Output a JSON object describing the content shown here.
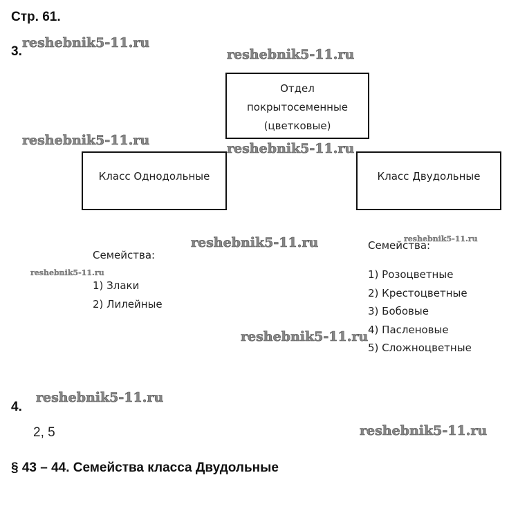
{
  "page_title": "Стр. 61.",
  "task3": {
    "number": "3.",
    "top_box": [
      "Отдел",
      "покрытосеменные",
      "(цветковые)"
    ],
    "left_box": "Класс Однодольные",
    "right_box": "Класс Двудольные",
    "left_families_label": "Семейства:",
    "left_families": [
      "1) Злаки",
      "2) Лилейные"
    ],
    "right_families_label": "Семейства:",
    "right_families": [
      "1) Розоцветные",
      "2) Крестоцветные",
      "3) Бобовые",
      "4) Пасленовые",
      "5) Сложноцветные"
    ]
  },
  "task4": {
    "number": "4.",
    "answer": "2, 5"
  },
  "section_title": "§ 43 – 44. Семейства класса Двудольные",
  "watermark": "reshebnik5-11.ru"
}
